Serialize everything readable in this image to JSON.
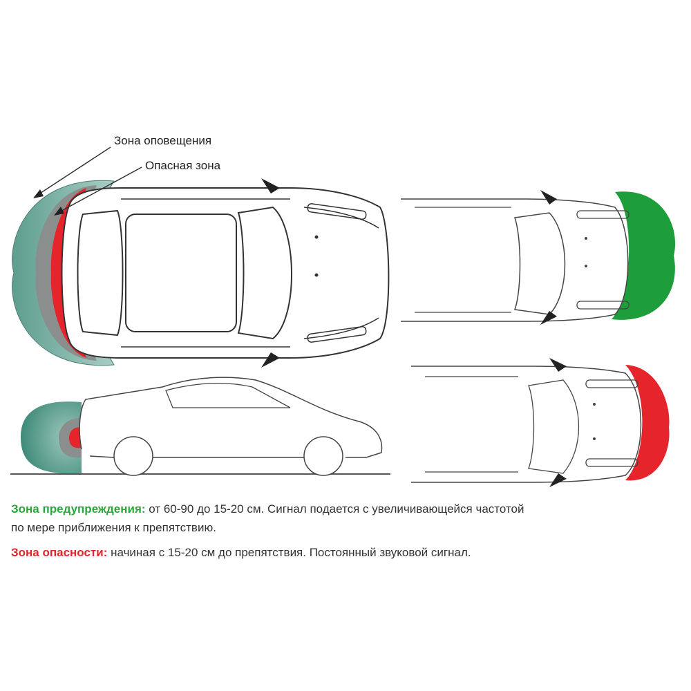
{
  "labels": {
    "warning_zone": "Зона оповещения",
    "danger_zone": "Опасная зона"
  },
  "captions": {
    "warning_title": "Зона предупреждения:",
    "warning_text_line1": " от 60-90 до 15-20 см. Сигнал подается с увеличивающейся частотой",
    "warning_text_line2": "по мере приближения к препятствию.",
    "danger_title": "Зона опасности:",
    "danger_text": " начиная с 15-20 см до препятствия. Постоянный звуковой сигнал."
  },
  "colors": {
    "warning_zone": "#1e9e3a",
    "warning_zone_soft": "#6aa99a",
    "danger_zone": "#e5252b",
    "outline": "#333333",
    "caption_green": "#27a83a",
    "caption_red": "#e0252b"
  }
}
